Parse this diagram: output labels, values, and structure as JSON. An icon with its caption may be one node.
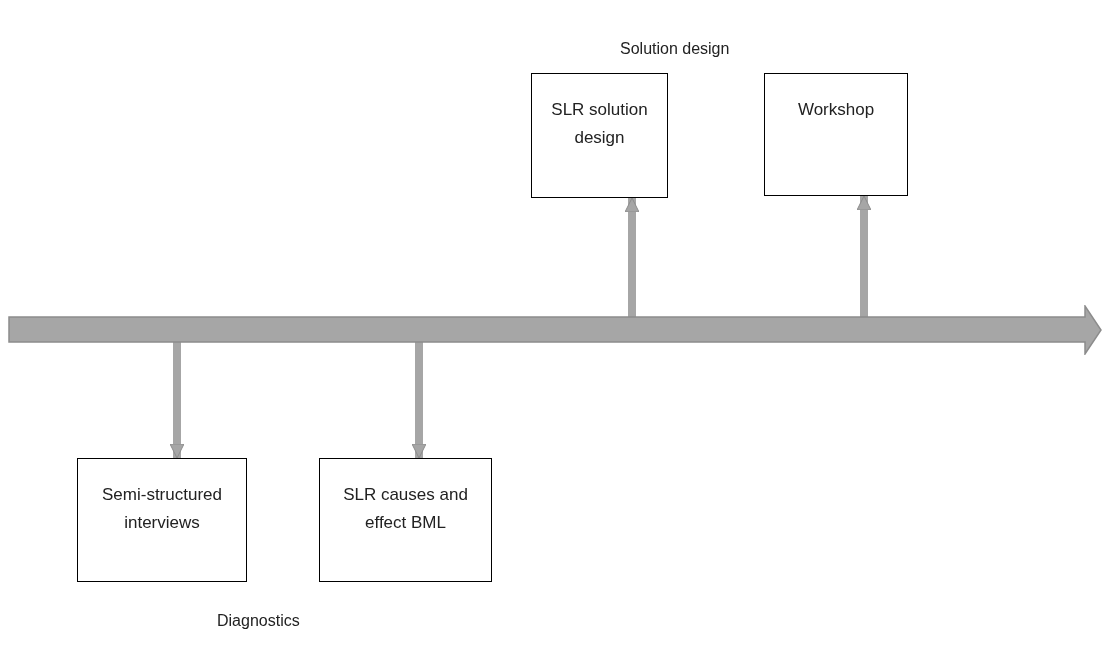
{
  "diagram": {
    "nodes": [
      {
        "text": [
          "SLR solution design"
        ]
      },
      {
        "text": [
          "Workshop"
        ]
      },
      {
        "text": [],
        "shape": "bar"
      },
      {
        "text": [
          "Semi-structured interviews"
        ]
      },
      {
        "text": [
          "SLR causes and effect BML"
        ]
      }
    ],
    "edges": [
      {
        "from": 2,
        "to": 0,
        "arrow": "to"
      },
      {
        "from": 2,
        "to": 1,
        "arrow": "to"
      },
      {
        "from": 2,
        "to": 3,
        "arrow": "to"
      },
      {
        "from": 2,
        "to": 4,
        "arrow": "to"
      }
    ],
    "labels": [
      "Solution design",
      "Diagnostics"
    ]
  }
}
